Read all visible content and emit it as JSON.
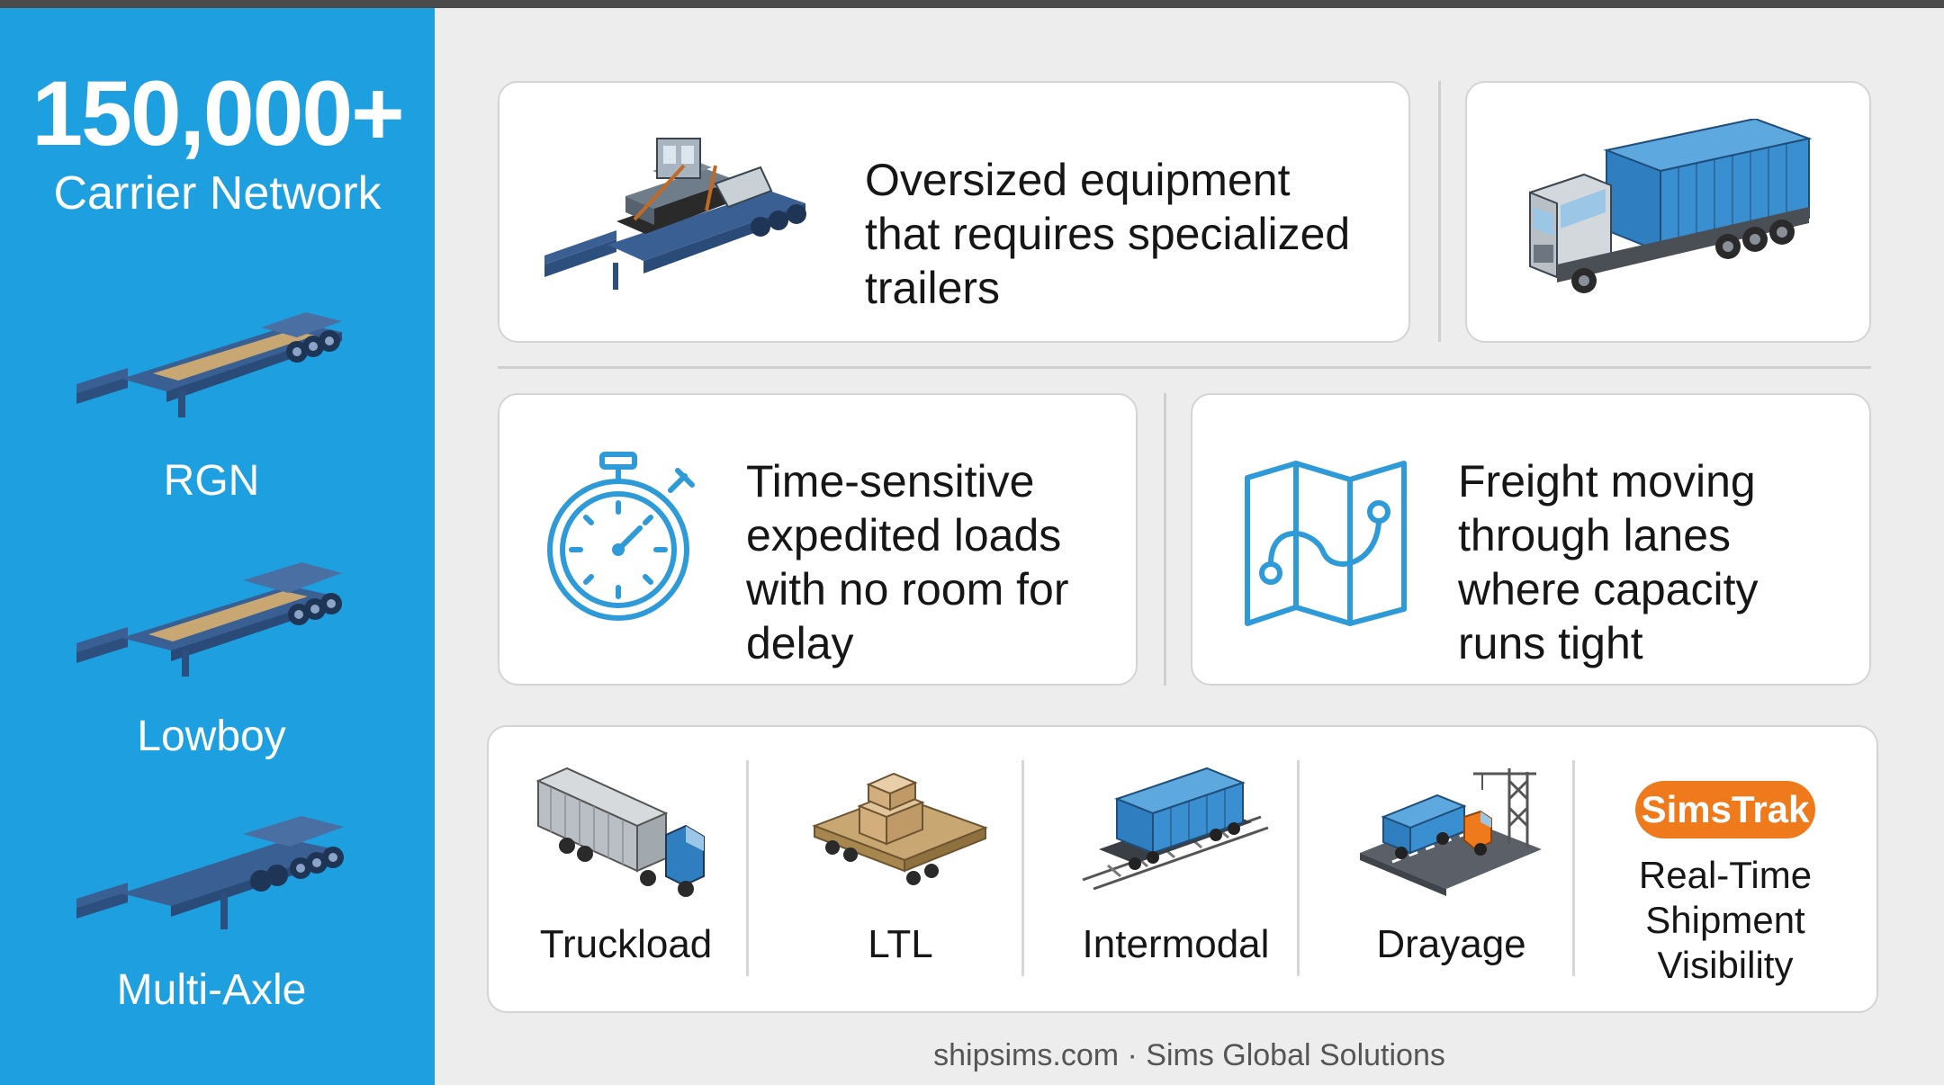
{
  "sidebar": {
    "stat_number": "150,000+",
    "stat_label": "Carrier Network",
    "trailers": [
      {
        "label": "RGN",
        "icon": "rgn-trailer-icon"
      },
      {
        "label": "Lowboy",
        "icon": "lowboy-trailer-icon"
      },
      {
        "label": "Multi-Axle",
        "icon": "multi-axle-trailer-icon"
      }
    ]
  },
  "cards": {
    "oversized": "Oversized equipment that requires specialized trailers",
    "time_sensitive": "Time-sensitive expedited loads with no room for delay",
    "freight_lanes": "Freight moving through lanes where capacity runs tight"
  },
  "services": [
    {
      "label": "Truckload",
      "icon": "box-truck-icon"
    },
    {
      "label": "LTL",
      "icon": "flatbed-pallet-icon"
    },
    {
      "label": "Intermodal",
      "icon": "rail-container-icon"
    },
    {
      "label": "Drayage",
      "icon": "port-drayage-icon"
    }
  ],
  "simstrak": {
    "badge": "SimsTrak",
    "subtitle": "Real-Time Shipment Visibility"
  },
  "footer": "shipsims.com · Sims Global Solutions",
  "colors": {
    "sidebar_blue": "#1e9fe0",
    "accent_orange": "#ef7a1c",
    "icon_blue": "#2e9ad8",
    "trailer_navy": "#3a5f93"
  }
}
